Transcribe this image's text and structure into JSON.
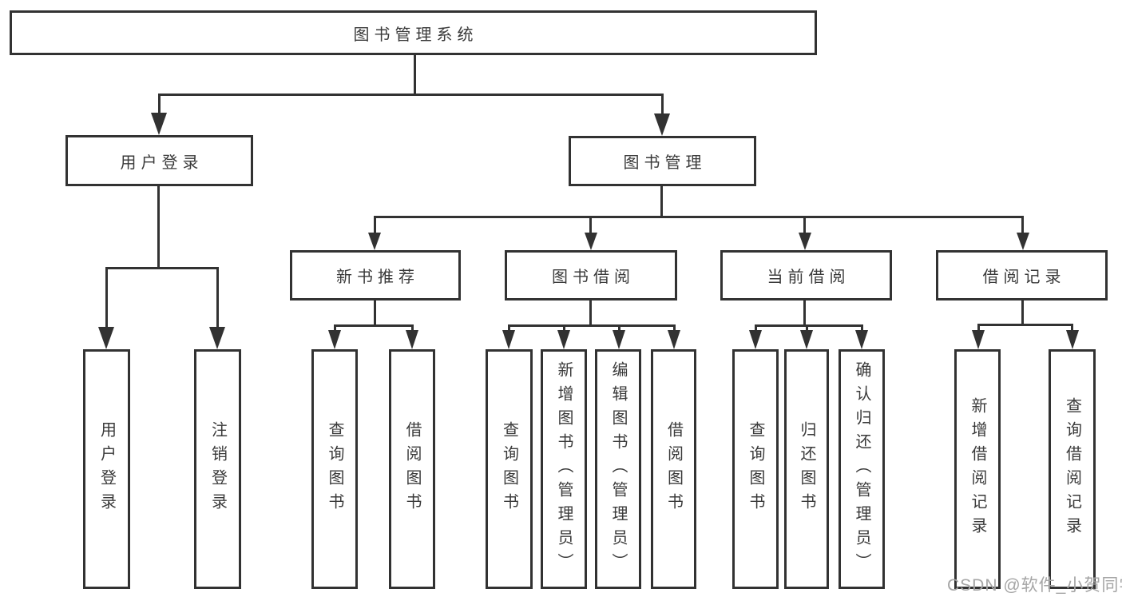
{
  "diagram": {
    "type": "tree",
    "title": "图书管理系统",
    "colors": {
      "line": "#323232",
      "box_border": "#323232",
      "box_fill": "#ffffff",
      "text": "#3a3a3a",
      "background": "#ffffff",
      "watermark": "#a5a5a5"
    },
    "root": {
      "label": "图书管理系统",
      "children": [
        "user_login",
        "book_management"
      ]
    },
    "nodes": {
      "user_login": {
        "label": "用户登录",
        "children": [
          "leaf_user_login",
          "leaf_logout"
        ]
      },
      "book_management": {
        "label": "图书管理",
        "children": [
          "new_book_recommend",
          "book_borrowing",
          "current_borrowing",
          "borrowing_records"
        ]
      },
      "new_book_recommend": {
        "label": "新书推荐",
        "children": [
          "nb_query_books",
          "nb_borrow_books"
        ]
      },
      "book_borrowing": {
        "label": "图书借阅",
        "children": [
          "bb_query_books",
          "bb_add_books",
          "bb_edit_books",
          "bb_borrow_books"
        ]
      },
      "current_borrowing": {
        "label": "当前借阅",
        "children": [
          "cb_query_books",
          "cb_return_books",
          "cb_confirm_return"
        ]
      },
      "borrowing_records": {
        "label": "借阅记录",
        "children": [
          "br_add_record",
          "br_query_record"
        ]
      },
      "leaf_user_login": {
        "label": "用户登录"
      },
      "leaf_logout": {
        "label": "注销登录"
      },
      "nb_query_books": {
        "label": "查询图书"
      },
      "nb_borrow_books": {
        "label": "借阅图书"
      },
      "bb_query_books": {
        "label": "查询图书"
      },
      "bb_add_books": {
        "label": "新增图书（管理员）"
      },
      "bb_edit_books": {
        "label": "编辑图书（管理员）"
      },
      "bb_borrow_books": {
        "label": "借阅图书"
      },
      "cb_query_books": {
        "label": "查询图书"
      },
      "cb_return_books": {
        "label": "归还图书"
      },
      "cb_confirm_return": {
        "label": "确认归还（管理员）"
      },
      "br_add_record": {
        "label": "新增借阅记录"
      },
      "br_query_record": {
        "label": "查询借阅记录"
      }
    }
  },
  "watermark": {
    "text": "CSDN @软件_小贺同学"
  }
}
